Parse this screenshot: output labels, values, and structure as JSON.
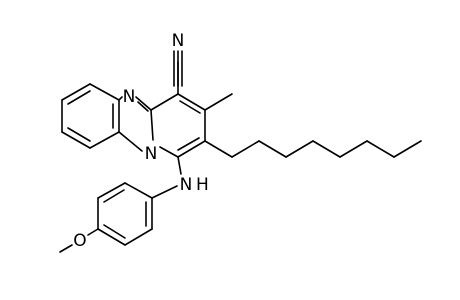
{
  "molecule": {
    "atoms": {
      "nitrile_n": "N",
      "ring_n_upper": "N",
      "ring_n_lower": "N",
      "amine_n": "N",
      "amine_h": "H",
      "ether_o": "O"
    }
  }
}
